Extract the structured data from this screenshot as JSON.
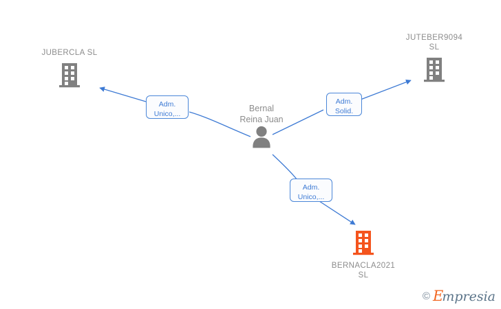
{
  "diagram": {
    "type": "corporate-relationship-network",
    "background_color": "#ffffff",
    "edge_color": "#3d7ad4",
    "company_color": "#808080",
    "highlight_company_color": "#f4541d",
    "person_color": "#808080"
  },
  "nodes": {
    "person": {
      "id": "bernal-reina-juan",
      "label": "Bernal\nReina Juan",
      "icon": "person-icon",
      "color": "#808080"
    },
    "company_left": {
      "id": "jubercla-sl",
      "label": "JUBERCLA  SL",
      "icon": "building-icon",
      "color": "#808080"
    },
    "company_right": {
      "id": "juteber9094-sl",
      "label": "JUTEBER9094\nSL",
      "icon": "building-icon",
      "color": "#808080"
    },
    "company_bottom": {
      "id": "bernacla2021-sl",
      "label": "BERNACLA2021\nSL",
      "icon": "building-icon",
      "color": "#f4541d"
    }
  },
  "edges": [
    {
      "id": "edge-to-jubercla",
      "from": "bernal-reina-juan",
      "to": "jubercla-sl",
      "label": "Adm.\nUnico,...",
      "direction": "to-company"
    },
    {
      "id": "edge-to-juteber9094",
      "from": "bernal-reina-juan",
      "to": "juteber9094-sl",
      "label": "Adm.\nSolid.",
      "direction": "to-company"
    },
    {
      "id": "edge-to-bernacla2021",
      "from": "bernal-reina-juan",
      "to": "bernacla2021-sl",
      "label": "Adm.\nUnico,...",
      "direction": "to-company"
    }
  ],
  "watermark": {
    "copyright": "©",
    "brand_initial": "E",
    "brand_rest": "mpresia"
  }
}
